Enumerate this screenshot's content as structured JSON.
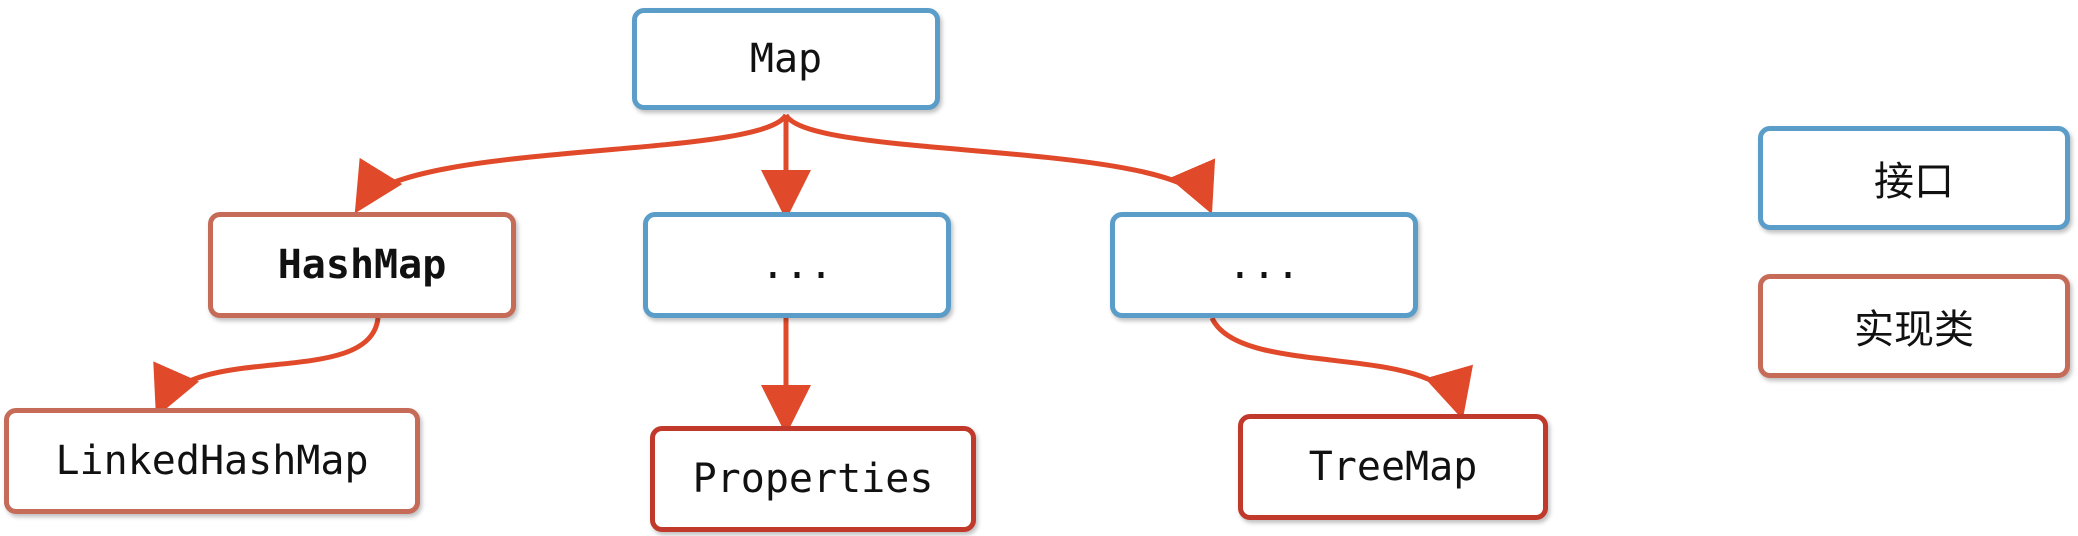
{
  "nodes": {
    "map": "Map",
    "hashmap": "HashMap",
    "ellipsis_middle": "...",
    "ellipsis_right": "...",
    "linkedhashmap": "LinkedHashMap",
    "properties": "Properties",
    "treemap": "TreeMap"
  },
  "legend": {
    "interface_label": "接口",
    "implementation_label": "实现类"
  },
  "colors": {
    "interface_border": "#5b9dc9",
    "implementation_border": "#c56b58",
    "implementation_strong_border": "#c0392b",
    "arrow": "#e04a2a"
  }
}
